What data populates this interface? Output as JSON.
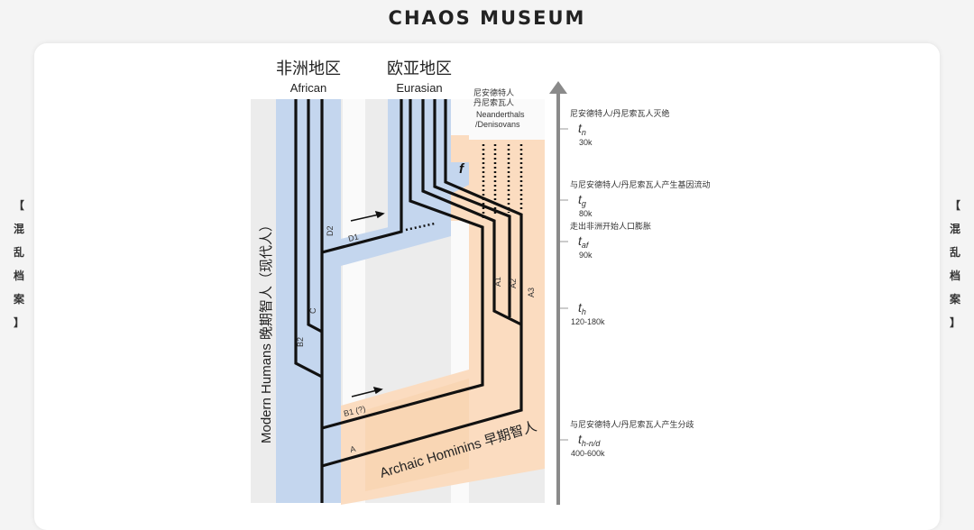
{
  "header": {
    "title": "CHAOS MUSEUM"
  },
  "side_label": [
    "【",
    "混",
    "乱",
    "档",
    "案",
    "】"
  ],
  "regions": {
    "african_cn": "非洲地区",
    "african_en": "African",
    "eurasian_cn": "欧亚地区",
    "eurasian_en": "Eurasian",
    "neander_cn1": "尼安德特人",
    "neander_cn2": "丹尼索瓦人",
    "neander_en1": "Neanderthals",
    "neander_en2": "/Denisovans"
  },
  "groups": {
    "modern": "Modern Humans  晚期智人（现代人）",
    "archaic": "Archaic Hominins 早期智人"
  },
  "branch_labels": {
    "D2": "D2",
    "D1": "D1",
    "C": "C",
    "B2": "B2",
    "B1": "B1 (?)",
    "A": "A",
    "A1": "A1",
    "A2": "A2",
    "A3": "A3",
    "f": "f"
  },
  "timeline": [
    {
      "event": "尼安德特人/丹尼索瓦人灭绝",
      "symbol": "t",
      "sub": "n",
      "time": "30k"
    },
    {
      "event": "与尼安德特人/丹尼索瓦人产生基因流动",
      "symbol": "t",
      "sub": "g",
      "time": "80k"
    },
    {
      "event": "走出非洲开始人口膨胀",
      "symbol": "t",
      "sub": "af",
      "time": "90k"
    },
    {
      "event": "",
      "symbol": "t",
      "sub": "h",
      "time": "120-180k"
    },
    {
      "event": "与尼安德特人/丹尼索瓦人产生分歧",
      "symbol": "t",
      "sub": "h-n/d",
      "time": "400-600k"
    }
  ],
  "colors": {
    "blue": "#c4d6ee",
    "orange": "#fbdcc0",
    "gray": "#ececec",
    "line": "#111111",
    "axis": "#8a8a8a"
  }
}
